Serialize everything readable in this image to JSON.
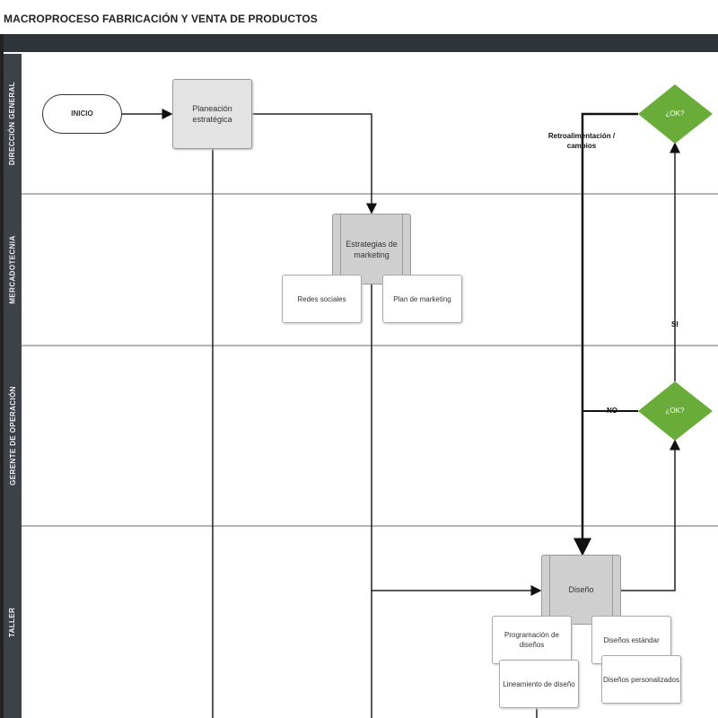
{
  "title": "MACROPROCESO FABRICACIÓN Y VENTA DE PRODUCTOS",
  "lanes": [
    {
      "label": "DIRECCIÓN GENERAL"
    },
    {
      "label": "MERCADOTECNIA"
    },
    {
      "label": "GERENTE DE OPERACIÓN"
    },
    {
      "label": "TALLER"
    }
  ],
  "nodes": {
    "inicio": "INICIO",
    "planeacion": "Planeación estratégica",
    "estrategias": "Estrategias de marketing",
    "redes": "Redes sociales",
    "plan_marketing": "Plan de marketing",
    "diseno": "Diseño",
    "programacion": "Programación de diseños",
    "lineamiento": "Lineamiento de diseño",
    "estandar": "Diseños estándar",
    "personalizados": "Diseños personalizados",
    "ok_top": "¿OK?",
    "ok_mid": "¿OK?"
  },
  "edge_labels": {
    "retro": "Retroalimentación / cambios",
    "no": "NO",
    "si": "SI"
  },
  "colors": {
    "decision": "#6aac3a",
    "lane_header": "#3d4148",
    "top_bar": "#2f343b"
  }
}
